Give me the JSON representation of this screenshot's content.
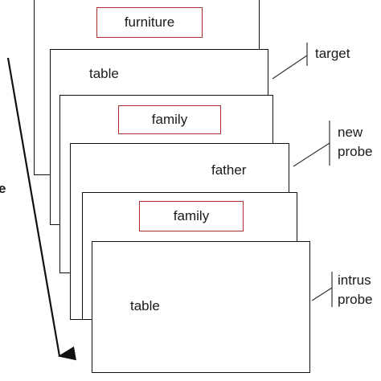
{
  "cards": [
    {
      "id": "furniture",
      "text": "furniture",
      "boxed": true
    },
    {
      "id": "table-1",
      "text": "table",
      "boxed": false
    },
    {
      "id": "family-1",
      "text": "family",
      "boxed": true
    },
    {
      "id": "father",
      "text": "father",
      "boxed": false
    },
    {
      "id": "family-2",
      "text": "family",
      "boxed": true
    },
    {
      "id": "table-2",
      "text": "table",
      "boxed": false
    }
  ],
  "labels": {
    "target": "target",
    "new_line1": "new",
    "new_line2": "probe",
    "intrusion_line1": "intrus",
    "intrusion_line2": "probe",
    "left_fragment": "e"
  },
  "colors": {
    "cue_border": "#b03030",
    "line": "#111111"
  }
}
